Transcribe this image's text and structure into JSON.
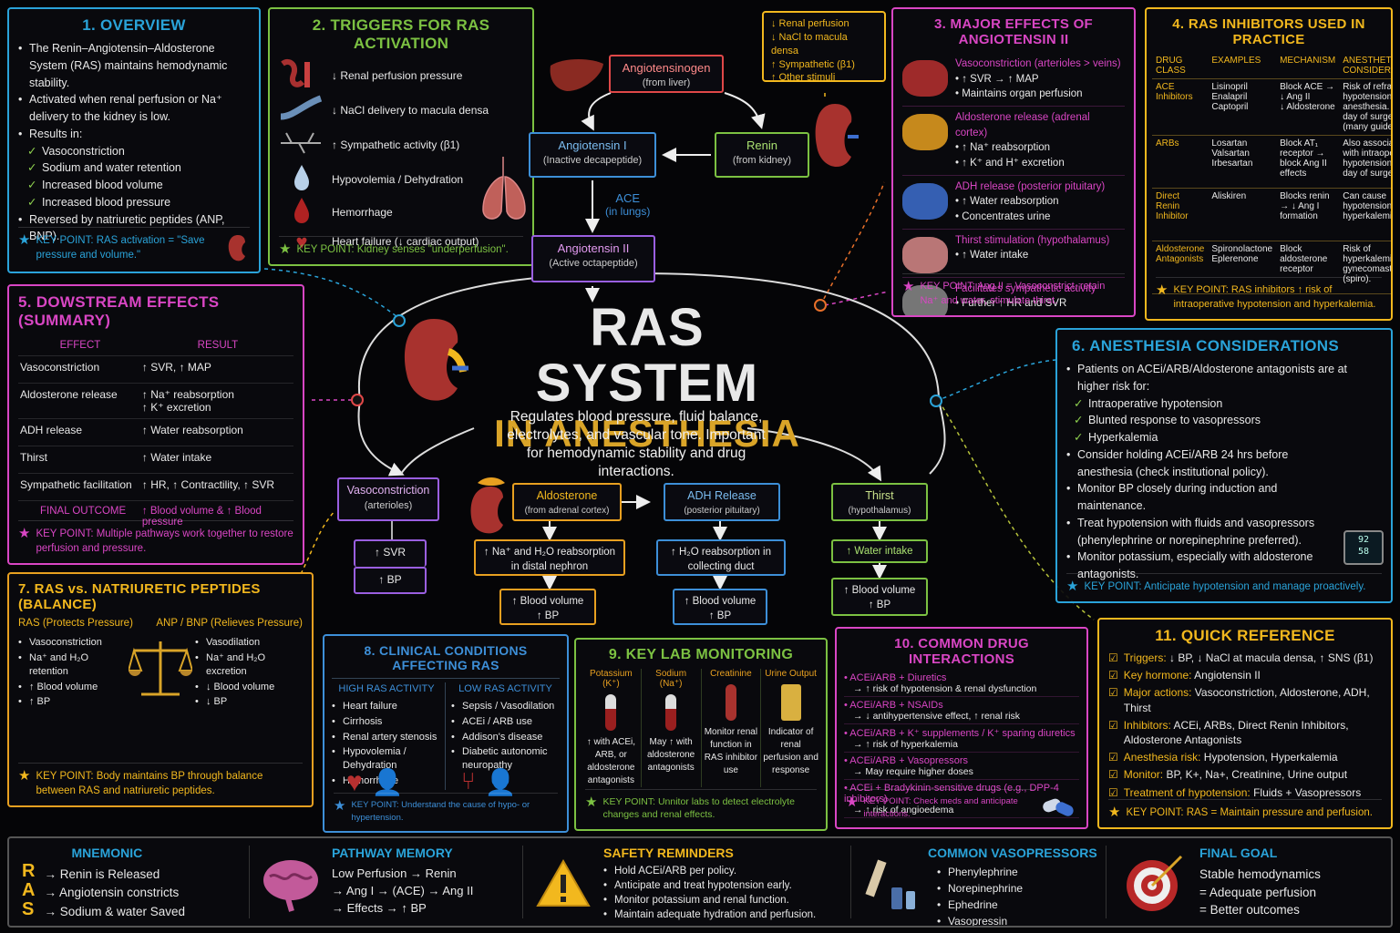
{
  "colors": {
    "cyan": "#2aa3d9",
    "green": "#7cc142",
    "yellow": "#f2b81e",
    "pink": "#d946c4",
    "orange": "#e8a020",
    "blue": "#3d8fd8",
    "purple": "#9a5fe0",
    "red": "#e04848"
  },
  "center": {
    "title1": "RAS SYSTEM",
    "title2": "IN ANESTHESIA",
    "desc": "Regulates blood pressure, fluid balance, electrolytes, and vascular tone. Important for hemodynamic stability and drug interactions."
  },
  "overview": {
    "title": "1. OVERVIEW",
    "p1": "The Renin–Angiotensin–Aldosterone System (RAS) maintains hemodynamic stability.",
    "p2": "Activated when renal perfusion or Na⁺ delivery to the kidney is low.",
    "p3": "Results in:",
    "checks": [
      "Vasoconstriction",
      "Sodium and water retention",
      "Increased blood volume",
      "Increased blood pressure"
    ],
    "p4": "Reversed by natriuretic peptides (ANP, BNP).",
    "key": "KEY POINT: RAS activation = \"Save pressure and volume.\"",
    "icons": [
      "kidney-icon"
    ]
  },
  "triggers": {
    "title": "2. TRIGGERS FOR RAS ACTIVATION",
    "items": [
      "↓ Renal perfusion pressure",
      "↓ NaCl delivery to macula densa",
      "↑ Sympathetic activity (β1)",
      "Hypovolemia / Dehydration",
      "Hemorrhage",
      "Heart failure (↓ cardiac output)"
    ],
    "key": "KEY POINT: Kidney senses \"underperfusion\"."
  },
  "pathway": {
    "angiotensinogen": "Angiotensinogen",
    "angiotensinogen_sub": "(from liver)",
    "renin": "Renin",
    "renin_sub": "(from kidney)",
    "ang1": "Angiotensin I",
    "ang1_sub": "(Inactive decapeptide)",
    "ace": "ACE",
    "ace_sub": "(in lungs)",
    "ang2": "Angiotensin II",
    "ang2_sub": "(Active octapeptide)",
    "stimuli": [
      "↓ Renal perfusion",
      "↓ NaCl to macula densa",
      "↑ Sympathetic (β1)",
      "↑ Other stimuli"
    ]
  },
  "effects": {
    "title": "3. MAJOR EFFECTS OF ANGIOTENSIN II",
    "items": [
      {
        "head": "Vasoconstriction (arterioles > veins)",
        "lines": [
          "↑ SVR → ↑ MAP",
          "Maintains organ perfusion"
        ]
      },
      {
        "head": "Aldosterone release (adrenal cortex)",
        "lines": [
          "↑ Na⁺ reabsorption",
          "↑ K⁺ and H⁺ excretion"
        ]
      },
      {
        "head": "ADH release (posterior pituitary)",
        "lines": [
          "↑ Water reabsorption",
          "Concentrates urine"
        ]
      },
      {
        "head": "Thirst stimulation (hypothalamus)",
        "lines": [
          "↑ Water intake"
        ]
      },
      {
        "head": "Facilitates sympathetic activity",
        "lines": [
          "Further ↑ HR and SVR"
        ]
      }
    ],
    "key": "KEY POINT: Ang II = Vasoconstrict, retain Na⁺ and water, stimulate thirst."
  },
  "inhibitors": {
    "title": "4. RAS INHIBITORS USED IN PRACTICE",
    "headers": [
      "DRUG CLASS",
      "EXAMPLES",
      "MECHANISM",
      "ANESTHETIC CONSIDERATIONS"
    ],
    "rows": [
      [
        "ACE Inhibitors",
        "Lisinopril\nEnalapril\nCaptopril",
        "Block ACE → ↓ Ang II\n↓ Aldosterone",
        "Risk of refractory hypotension with anesthesia. Hold day of surgery (many guidelines)."
      ],
      [
        "ARBs",
        "Losartan\nValsartan\nIrbesartan",
        "Block AT₁ receptor → block Ang II effects",
        "Also associated with intraoperative hypotension. Hold day of surgery."
      ],
      [
        "Direct Renin Inhibitor",
        "Aliskiren",
        "Blocks renin → ↓ Ang I formation",
        "Can cause hypotension and hyperkalemia."
      ],
      [
        "Aldosterone Antagonists",
        "Spironolactone\nEplerenone",
        "Block aldosterone receptor",
        "Risk of hyperkalemia, gynecomastia (spiro)."
      ]
    ],
    "key": "KEY POINT: RAS inhibitors ↑ risk of intraoperative hypotension and hyperkalemia."
  },
  "downstream": {
    "title": "5. DOWSTREAM EFFECTS (SUMMARY)",
    "h1": "EFFECT",
    "h2": "RESULT",
    "rows": [
      [
        "Vasoconstriction",
        "↑ SVR, ↑ MAP"
      ],
      [
        "Aldosterone release",
        "↑ Na⁺ reabsorption\n↑ K⁺  excretion"
      ],
      [
        "ADH release",
        "↑ Water reabsorption"
      ],
      [
        "Thirst",
        "↑ Water intake"
      ],
      [
        "Sympathetic facilitation",
        "↑ HR, ↑ Contractility, ↑ SVR"
      ]
    ],
    "final_l": "FINAL OUTCOME",
    "final_r": "↑ Blood volume & ↑ Blood pressure",
    "key": "KEY POINT: Multiple pathways work together to restore perfusion and pressure."
  },
  "anesthesia": {
    "title": "6. ANESTHESIA CONSIDERATIONS",
    "p1": "Patients on ACEi/ARB/Aldosterone antagonists are at higher risk for:",
    "checks": [
      "Intraoperative hypotension",
      "Blunted response to vasopressors",
      "Hyperkalemia"
    ],
    "bullets": [
      "Consider holding ACEi/ARB 24 hrs before anesthesia (check institutional policy).",
      "Monitor BP closely during induction and maintenance.",
      "Treat hypotension with fluids and vasopressors (phenylephrine or norepinephrine preferred).",
      "Monitor potassium, especially with aldosterone antagonists."
    ],
    "key": "KEY POINT: Anticipate hypotension and manage proactively.",
    "monitor": [
      "92",
      "58"
    ]
  },
  "natriuretic": {
    "title": "7. RAS vs. NATRIURETIC PEPTIDES (BALANCE)",
    "left_h": "RAS (Protects Pressure)",
    "right_h": "ANP / BNP (Relieves Pressure)",
    "left": [
      "Vasoconstriction",
      "Na⁺ and H₂O retention",
      "↑ Blood volume",
      "↑ BP"
    ],
    "right": [
      "Vasodilation",
      "Na⁺ and H₂O excretion",
      "↓ Blood volume",
      "↓ BP"
    ],
    "key": "KEY POINT: Body maintains BP through balance between RAS and natriuretic peptides."
  },
  "outcomes": {
    "vaso": "Vasoconstriction",
    "vaso_sub": "(arterioles)",
    "vaso_r1": "↑ SVR",
    "vaso_r2": "↑ BP",
    "aldo": "Aldosterone",
    "aldo_sub": "(from adrenal cortex)",
    "aldo_r": "↑ Na⁺ and H₂O reabsorption in distal nephron",
    "aldo_r2": "↑ Blood volume\n↑ BP",
    "adh": "ADH Release",
    "adh_sub": "(posterior pituitary)",
    "adh_r": "↑ H₂O reabsorption in collecting duct",
    "adh_r2": "↑ Blood volume\n↑ BP",
    "thirst": "Thirst",
    "thirst_sub": "(hypothalamus)",
    "thirst_r": "↑ Water intake",
    "thirst_r2": "↑ Blood volume\n↑ BP"
  },
  "clinical": {
    "title": "8. CLINICAL CONDITIONS AFFECTING RAS",
    "h1": "HIGH RAS ACTIVITY",
    "h2": "LOW RAS ACTIVITY",
    "high": [
      "Heart failure",
      "Cirrhosis",
      "Renal artery stenosis",
      "Hypovolemia / Dehydration",
      "Hemorrhage"
    ],
    "low": [
      "Sepsis / Vasodilation",
      "ACEi / ARB use",
      "Addison's disease",
      "Diabetic autonomic neuropathy"
    ],
    "key": "KEY POINT: Understand the cause of hypo- or hypertension."
  },
  "labs": {
    "title": "9. KEY LAB MONITORING",
    "cols": [
      {
        "h": "Potassium (K⁺)",
        "t": "↑ with ACEi, ARB, or aldosterone antagonists"
      },
      {
        "h": "Sodium (Na⁺)",
        "t": "May ↑ with aldosterone antagonists"
      },
      {
        "h": "Creatinine",
        "t": "Monitor renal function in RAS inhibitor use"
      },
      {
        "h": "Urine Output",
        "t": "Indicator of renal perfusion and response"
      }
    ],
    "key": "KEY POINT: Unnitor labs to detect electrolyte changes and renal effects."
  },
  "interactions": {
    "title": "10. COMMON DRUG INTERACTIONS",
    "items": [
      {
        "h": "ACEi/ARB + Diuretics",
        "t": "→ ↑ risk of hypotension & renal dysfunction"
      },
      {
        "h": "ACEi/ARB + NSAIDs",
        "t": "→ ↓ antihypertensive effect, ↑ renal risk"
      },
      {
        "h": "ACEi/ARB + K⁺ supplements / K⁺ sparing diuretics",
        "t": "→ ↑ risk of hyperkalemia"
      },
      {
        "h": "ACEi/ARB + Vasopressors",
        "t": "→ May require higher doses"
      },
      {
        "h": "ACEi + Bradykinin-sensitive drugs (e.g., DPP-4 inhibitors)",
        "t": "→ ↑ risk of angioedema"
      }
    ],
    "key": "KEY POINT: Check meds and anticipate interactions."
  },
  "quickref": {
    "title": "11. QUICK REFERENCE",
    "items": [
      {
        "k": "Triggers:",
        "v": " ↓ BP, ↓ NaCl at macula densa, ↑ SNS (β1)"
      },
      {
        "k": "Key hormone:",
        "v": " Angiotensin II"
      },
      {
        "k": "Major actions:",
        "v": " Vasoconstriction, Aldosterone, ADH, Thirst"
      },
      {
        "k": "Inhibitors:",
        "v": " ACEi, ARBs, Direct Renin Inhibitors, Aldosterone Antagonists"
      },
      {
        "k": "Anesthesia risk:",
        "v": " Hypotension, Hyperkalemia"
      },
      {
        "k": "Monitor:",
        "v": " BP, K+, Na+, Creatinine, Urine output"
      },
      {
        "k": "Treatment of hypotension:",
        "v": " Fluids + Vasopressors"
      }
    ],
    "key": "KEY POINT: RAS = Maintain pressure and perfusion."
  },
  "bottom": {
    "mnemonic_t": "MNEMONIC",
    "mnemonic": [
      {
        "l": "R",
        "t": "→ Renin is Released"
      },
      {
        "l": "A",
        "t": "→ Angiotensin constricts"
      },
      {
        "l": "S",
        "t": "→ Sodium & water Saved"
      }
    ],
    "pathway_t": "PATHWAY MEMORY",
    "pathway": [
      "Low Perfusion → Renin",
      "→ Ang I → (ACE) → Ang II",
      "→ Effects → ↑ BP"
    ],
    "safety_t": "SAFETY REMINDERS",
    "safety": [
      "Hold ACEi/ARB per policy.",
      "Anticipate and treat hypotension early.",
      "Monitor potassium and renal function.",
      "Maintain adequate hydration and perfusion."
    ],
    "vaso_t": "COMMON VASOPRESSORS",
    "vaso": [
      "Phenylephrine",
      "Norepinephrine",
      "Ephedrine",
      "Vasopressin"
    ],
    "goal_t": "FINAL GOAL",
    "goal": [
      "Stable hemodynamics",
      "= Adequate perfusion",
      "= Better outcomes"
    ]
  }
}
